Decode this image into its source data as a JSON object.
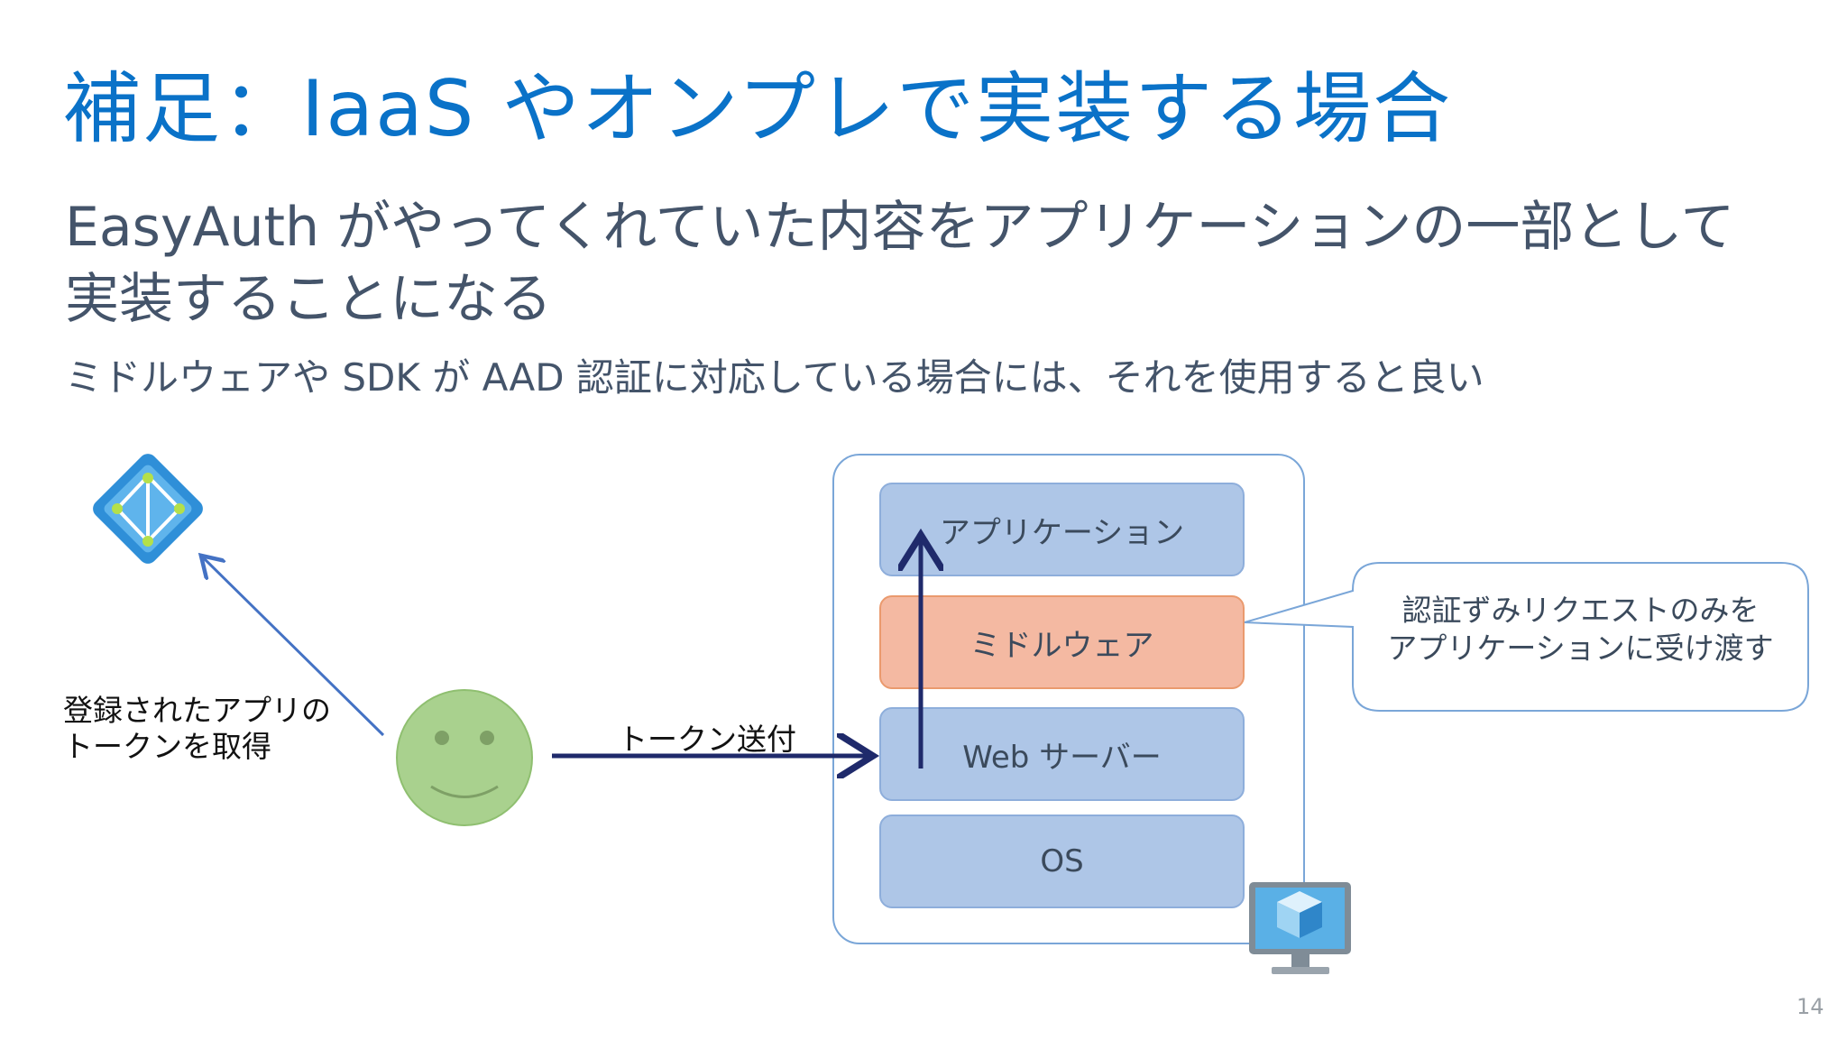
{
  "title": "補足：IaaS やオンプレで実装する場合",
  "subtitle": "EasyAuth がやってくれていた内容をアプリケーションの一部として実装することになる",
  "note": "ミドルウェアや SDK が AAD 認証に対応している場合には、それを使用すると良い",
  "diagram": {
    "layers": {
      "app": "アプリケーション",
      "middleware": "ミドルウェア",
      "web": "Web サーバー",
      "os": "OS"
    },
    "callout_line1": "認証ずみリクエストのみを",
    "callout_line2": "アプリケーションに受け渡す",
    "left_label_line1": "登録されたアプリの",
    "left_label_line2": "トークンを取得",
    "token_label": "トークン送付",
    "icons": [
      "aad-icon",
      "user-smiley-icon",
      "virtual-machine-icon"
    ],
    "colors": {
      "blue_layer": "#aec6e7",
      "orange_layer": "#f4b9a2",
      "arrow_dark": "#1f2a6b",
      "arrow_light": "#4472c4",
      "smiley": "#a9d18e"
    }
  },
  "page_number": "14"
}
